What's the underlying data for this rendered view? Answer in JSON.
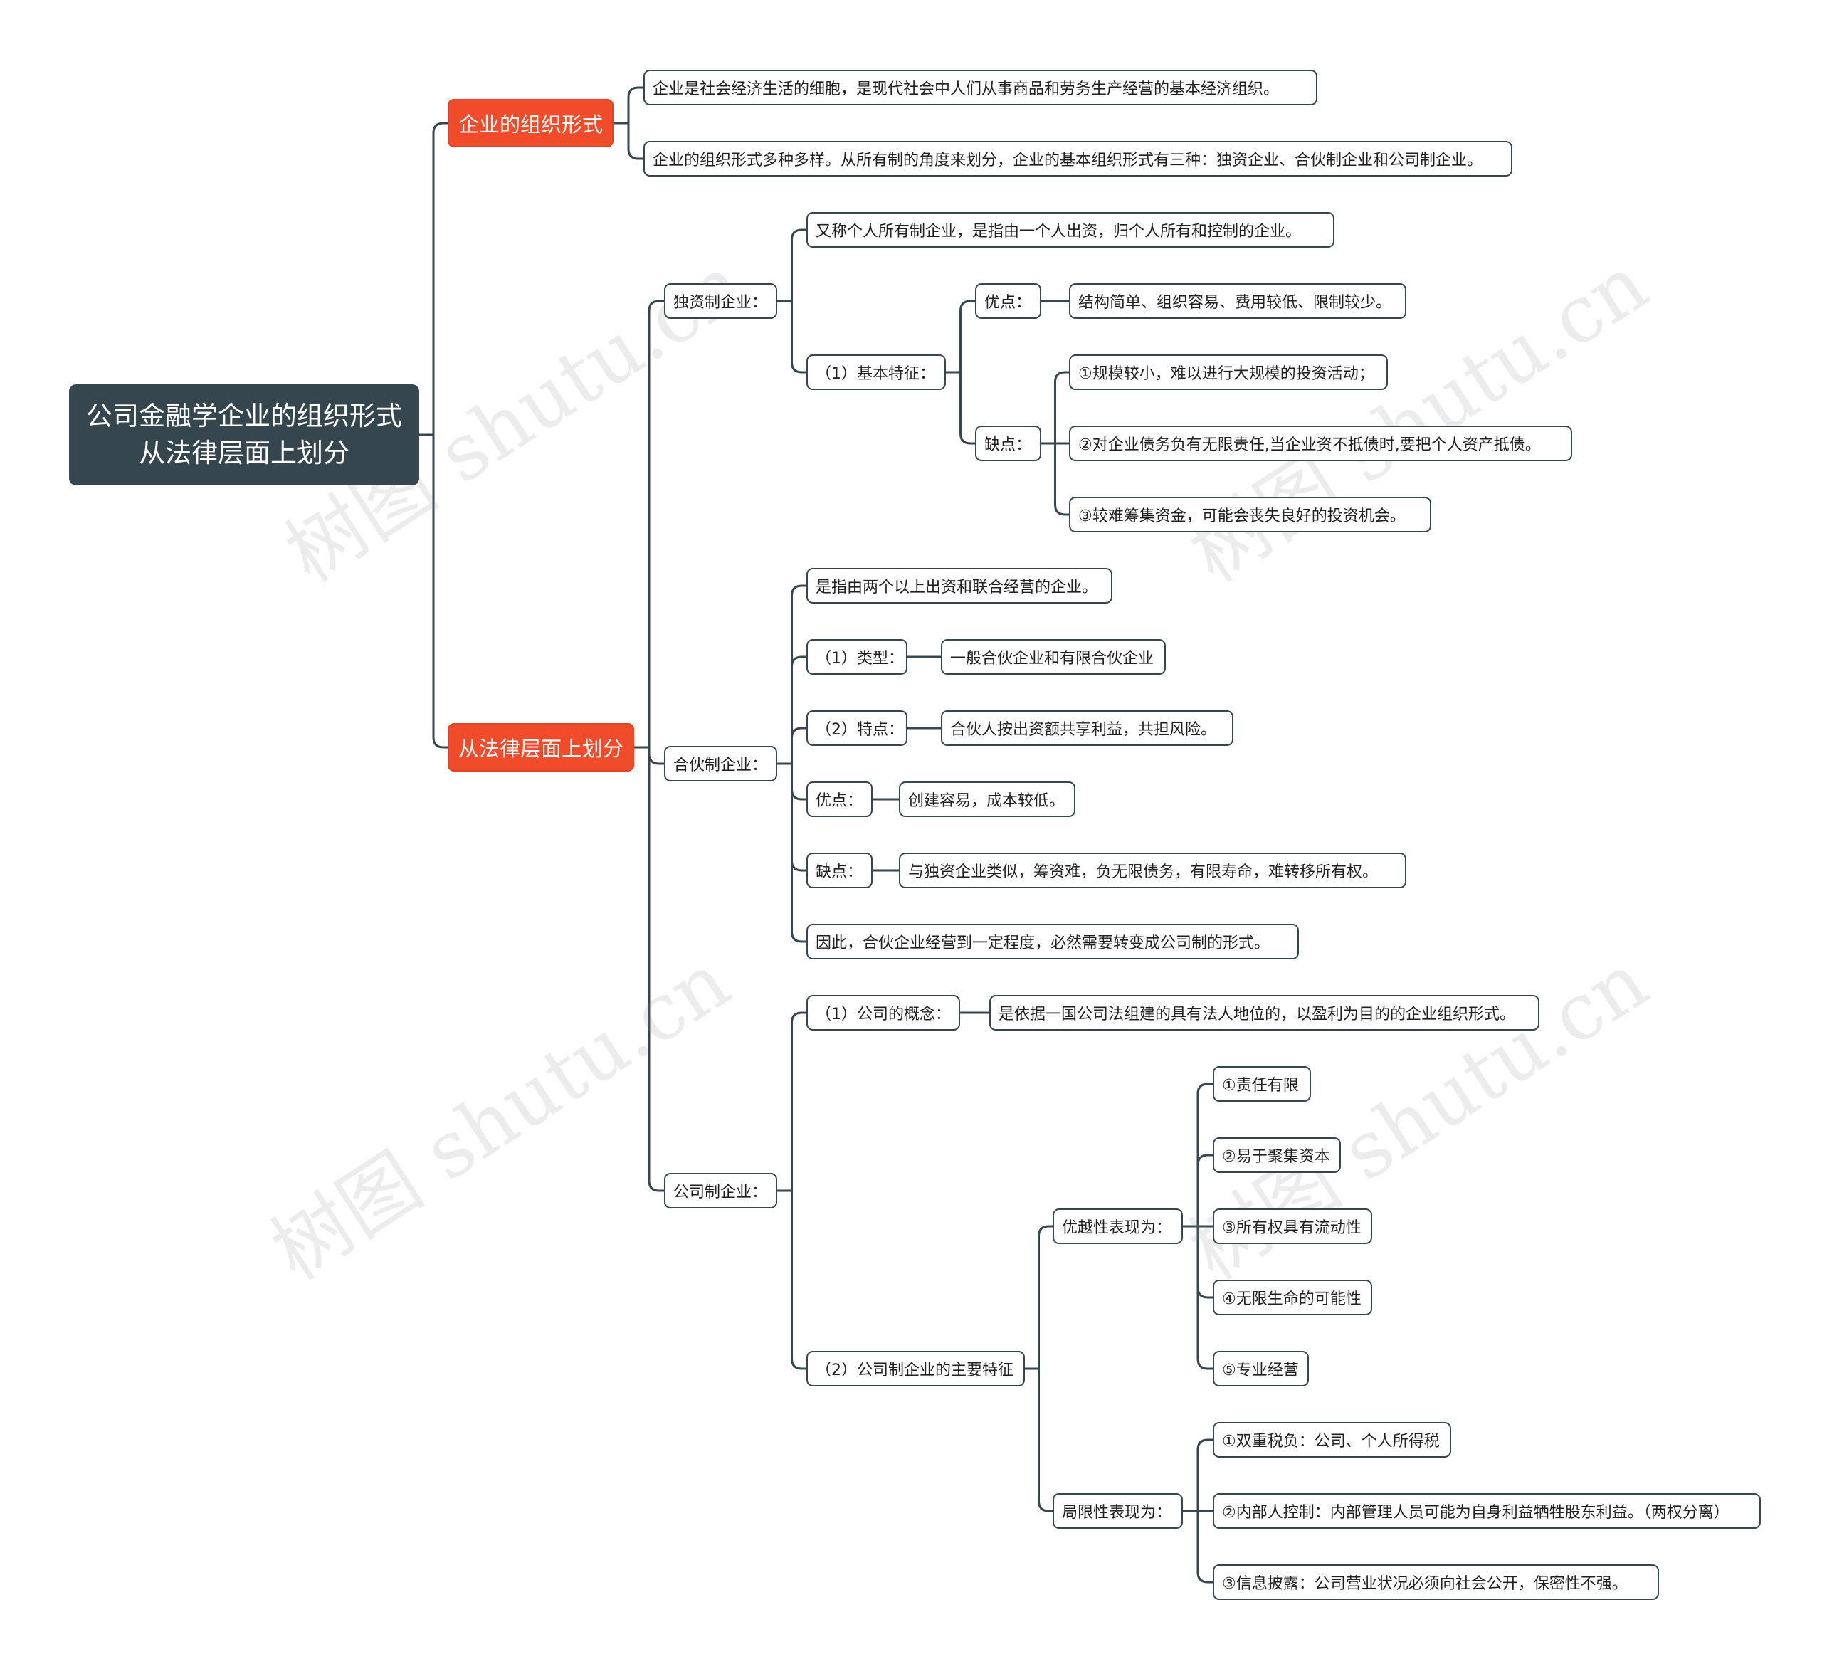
{
  "root": "公司金融学企业的组织形式从法律层面上划分",
  "branches": {
    "org_form": "企业的组织形式",
    "legal": "从法律层面上划分"
  },
  "org_form_items": [
    "企业是社会经济生活的细胞，是现代社会中人们从事商品和劳务生产经营的基本经济组织。",
    "企业的组织形式多种多样。从所有制的角度来划分，企业的基本组织形式有三种：独资企业、合伙制企业和公司制企业。"
  ],
  "sole": {
    "label": "独资制企业：",
    "definition": "又称个人所有制企业，是指由一个人出资，归个人所有和控制的企业。",
    "basic": "（1）基本特征：",
    "pros_label": "优点：",
    "pros": "结构简单、组织容易、费用较低、限制较少。",
    "cons_label": "缺点：",
    "cons": [
      "①规模较小，难以进行大规模的投资活动；",
      "②对企业债务负有无限责任,当企业资不抵债时,要把个人资产抵债。",
      "③较难筹集资金，可能会丧失良好的投资机会。"
    ]
  },
  "partner": {
    "label": "合伙制企业：",
    "definition": "是指由两个以上出资和联合经营的企业。",
    "type_label": "（1）类型：",
    "type": "一般合伙企业和有限合伙企业",
    "feature_label": "（2）特点：",
    "feature": "合伙人按出资额共享利益，共担风险。",
    "pros_label": "优点：",
    "pros": "创建容易，成本较低。",
    "cons_label": "缺点：",
    "cons": "与独资企业类似，筹资难，负无限债务，有限寿命，难转移所有权。",
    "conclusion": "因此，合伙企业经营到一定程度，必然需要转变成公司制的形式。"
  },
  "corp": {
    "label": "公司制企业：",
    "concept_label": "（1）公司的概念：",
    "concept": "是依据一国公司法组建的具有法人地位的，以盈利为目的的企业组织形式。",
    "features_label": "（2）公司制企业的主要特征",
    "adv_label": "优越性表现为：",
    "adv": [
      "①责任有限",
      "②易于聚集资本",
      "③所有权具有流动性",
      "④无限生命的可能性",
      "⑤专业经营"
    ],
    "lim_label": "局限性表现为：",
    "lim": [
      "①双重税负：公司、个人所得税",
      "②内部人控制：内部管理人员可能为自身利益牺牲股东利益。（两权分离）",
      "③信息披露：公司营业状况必须向社会公开，保密性不强。"
    ]
  },
  "watermark": "树图 shutu.cn",
  "colors": {
    "root": "#36464f",
    "branch": "#f04b2a",
    "line": "#36464f"
  }
}
